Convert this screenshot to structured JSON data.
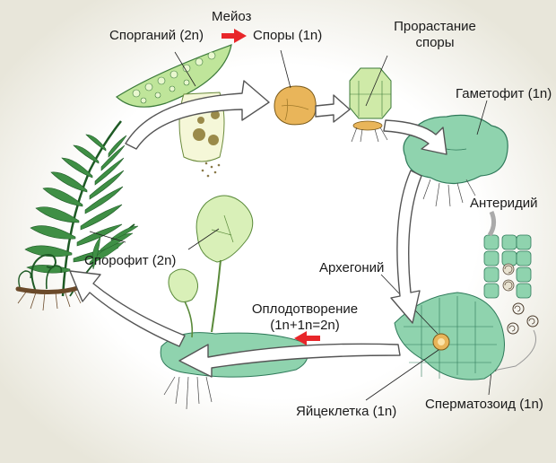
{
  "labels": {
    "meiosis": "Мейоз",
    "sporangium": "Спорганий (2n)",
    "spores": "Споры (1n)",
    "germination_line1": "Прорастание",
    "germination_line2": "споры",
    "gametophyte": "Гаметофит (1n)",
    "antheridium": "Антеридий",
    "sporophyte": "Спорофит (2n)",
    "archegonium": "Архегоний",
    "fertilization_line1": "Оплодотворение",
    "fertilization_line2": "(1n+1n=2n)",
    "egg": "Яйцеклетка (1n)",
    "sperm": "Сперматозоид (1n)"
  },
  "colors": {
    "red_arrow": "#e8262a",
    "plant_green": "#2f7a36",
    "pale_green": "#cfeaa8",
    "tissue_green": "#8fd3ae",
    "spore_yellow": "#e9b55a",
    "cycle_arrow_fill": "#ffffff",
    "cycle_arrow_stroke": "#555555"
  }
}
